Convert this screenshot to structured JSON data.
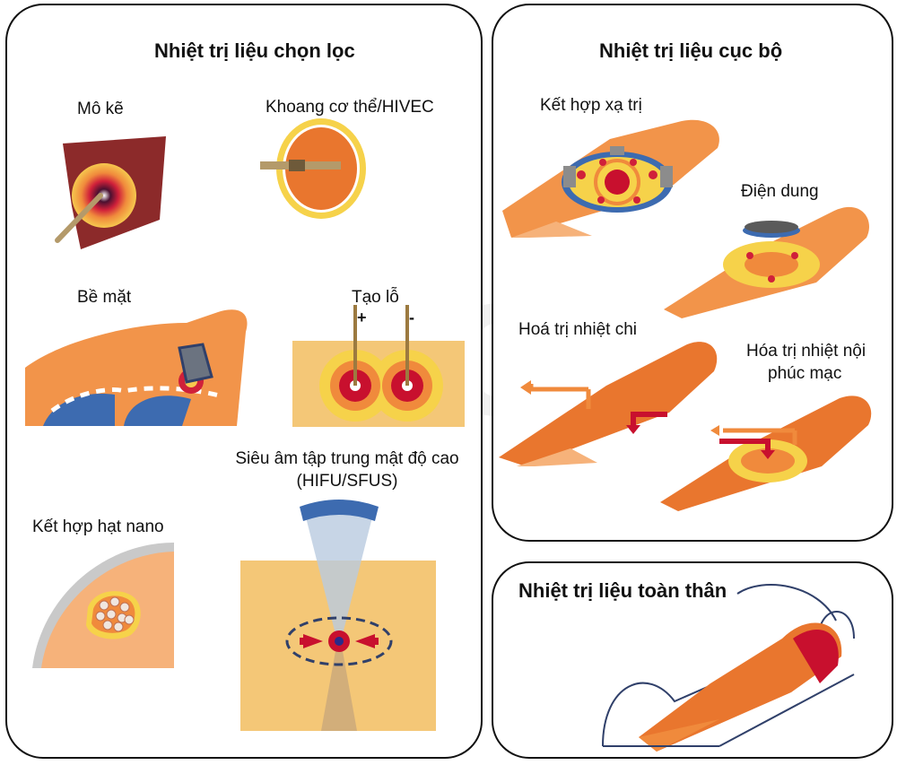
{
  "watermark": "ibope",
  "panels": {
    "selective": {
      "title": "Nhiệt trị liệu chọn lọc",
      "items": {
        "interstitial": "Mô kẽ",
        "cavity": "Khoang cơ thể/HIVEC",
        "surface": "Bề mặt",
        "perfusion": "Tạo lỗ",
        "nanoparticle": "Kết hợp hạt nano",
        "hifu_line1": "Siêu âm tập trung mật độ cao",
        "hifu_line2": "(HIFU/SFUS)"
      },
      "signs": {
        "plus": "+",
        "minus": "-"
      }
    },
    "local": {
      "title": "Nhiệt trị liệu cục bộ",
      "items": {
        "radiation": "Kết hợp xạ trị",
        "capacitive": "Điện dung",
        "limb": "Hoá trị nhiệt chi",
        "peritoneal_line1": "Hóa trị nhiệt nội",
        "peritoneal_line2": "phúc mạc"
      }
    },
    "whole_body": {
      "title": "Nhiệt trị liệu toàn thân"
    }
  },
  "colors": {
    "orange": "#f2944a",
    "light_orange": "#f6b27a",
    "red": "#c8102e",
    "yellow": "#f7d44a",
    "blue": "#3d6bb0",
    "dark_red": "#8c2a2a",
    "sand": "#f4c777"
  }
}
